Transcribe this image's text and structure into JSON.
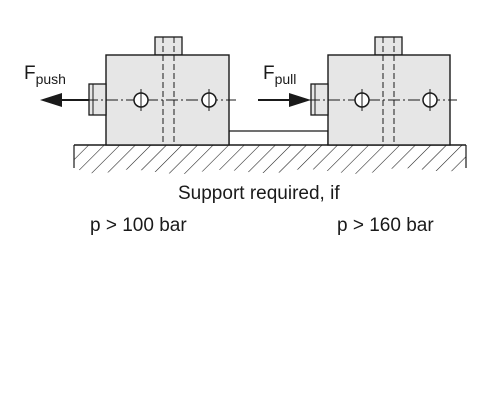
{
  "labels": {
    "push_force": {
      "symbol": "F",
      "subscript": "push"
    },
    "pull_force": {
      "symbol": "F",
      "subscript": "pull"
    },
    "support_note": "Support required, if",
    "push_condition": "p > 100 bar",
    "pull_condition": "p > 160 bar"
  },
  "colors": {
    "block_fill": "#e6e6e6",
    "stroke": "#1a1a1a",
    "background": "#ffffff"
  }
}
